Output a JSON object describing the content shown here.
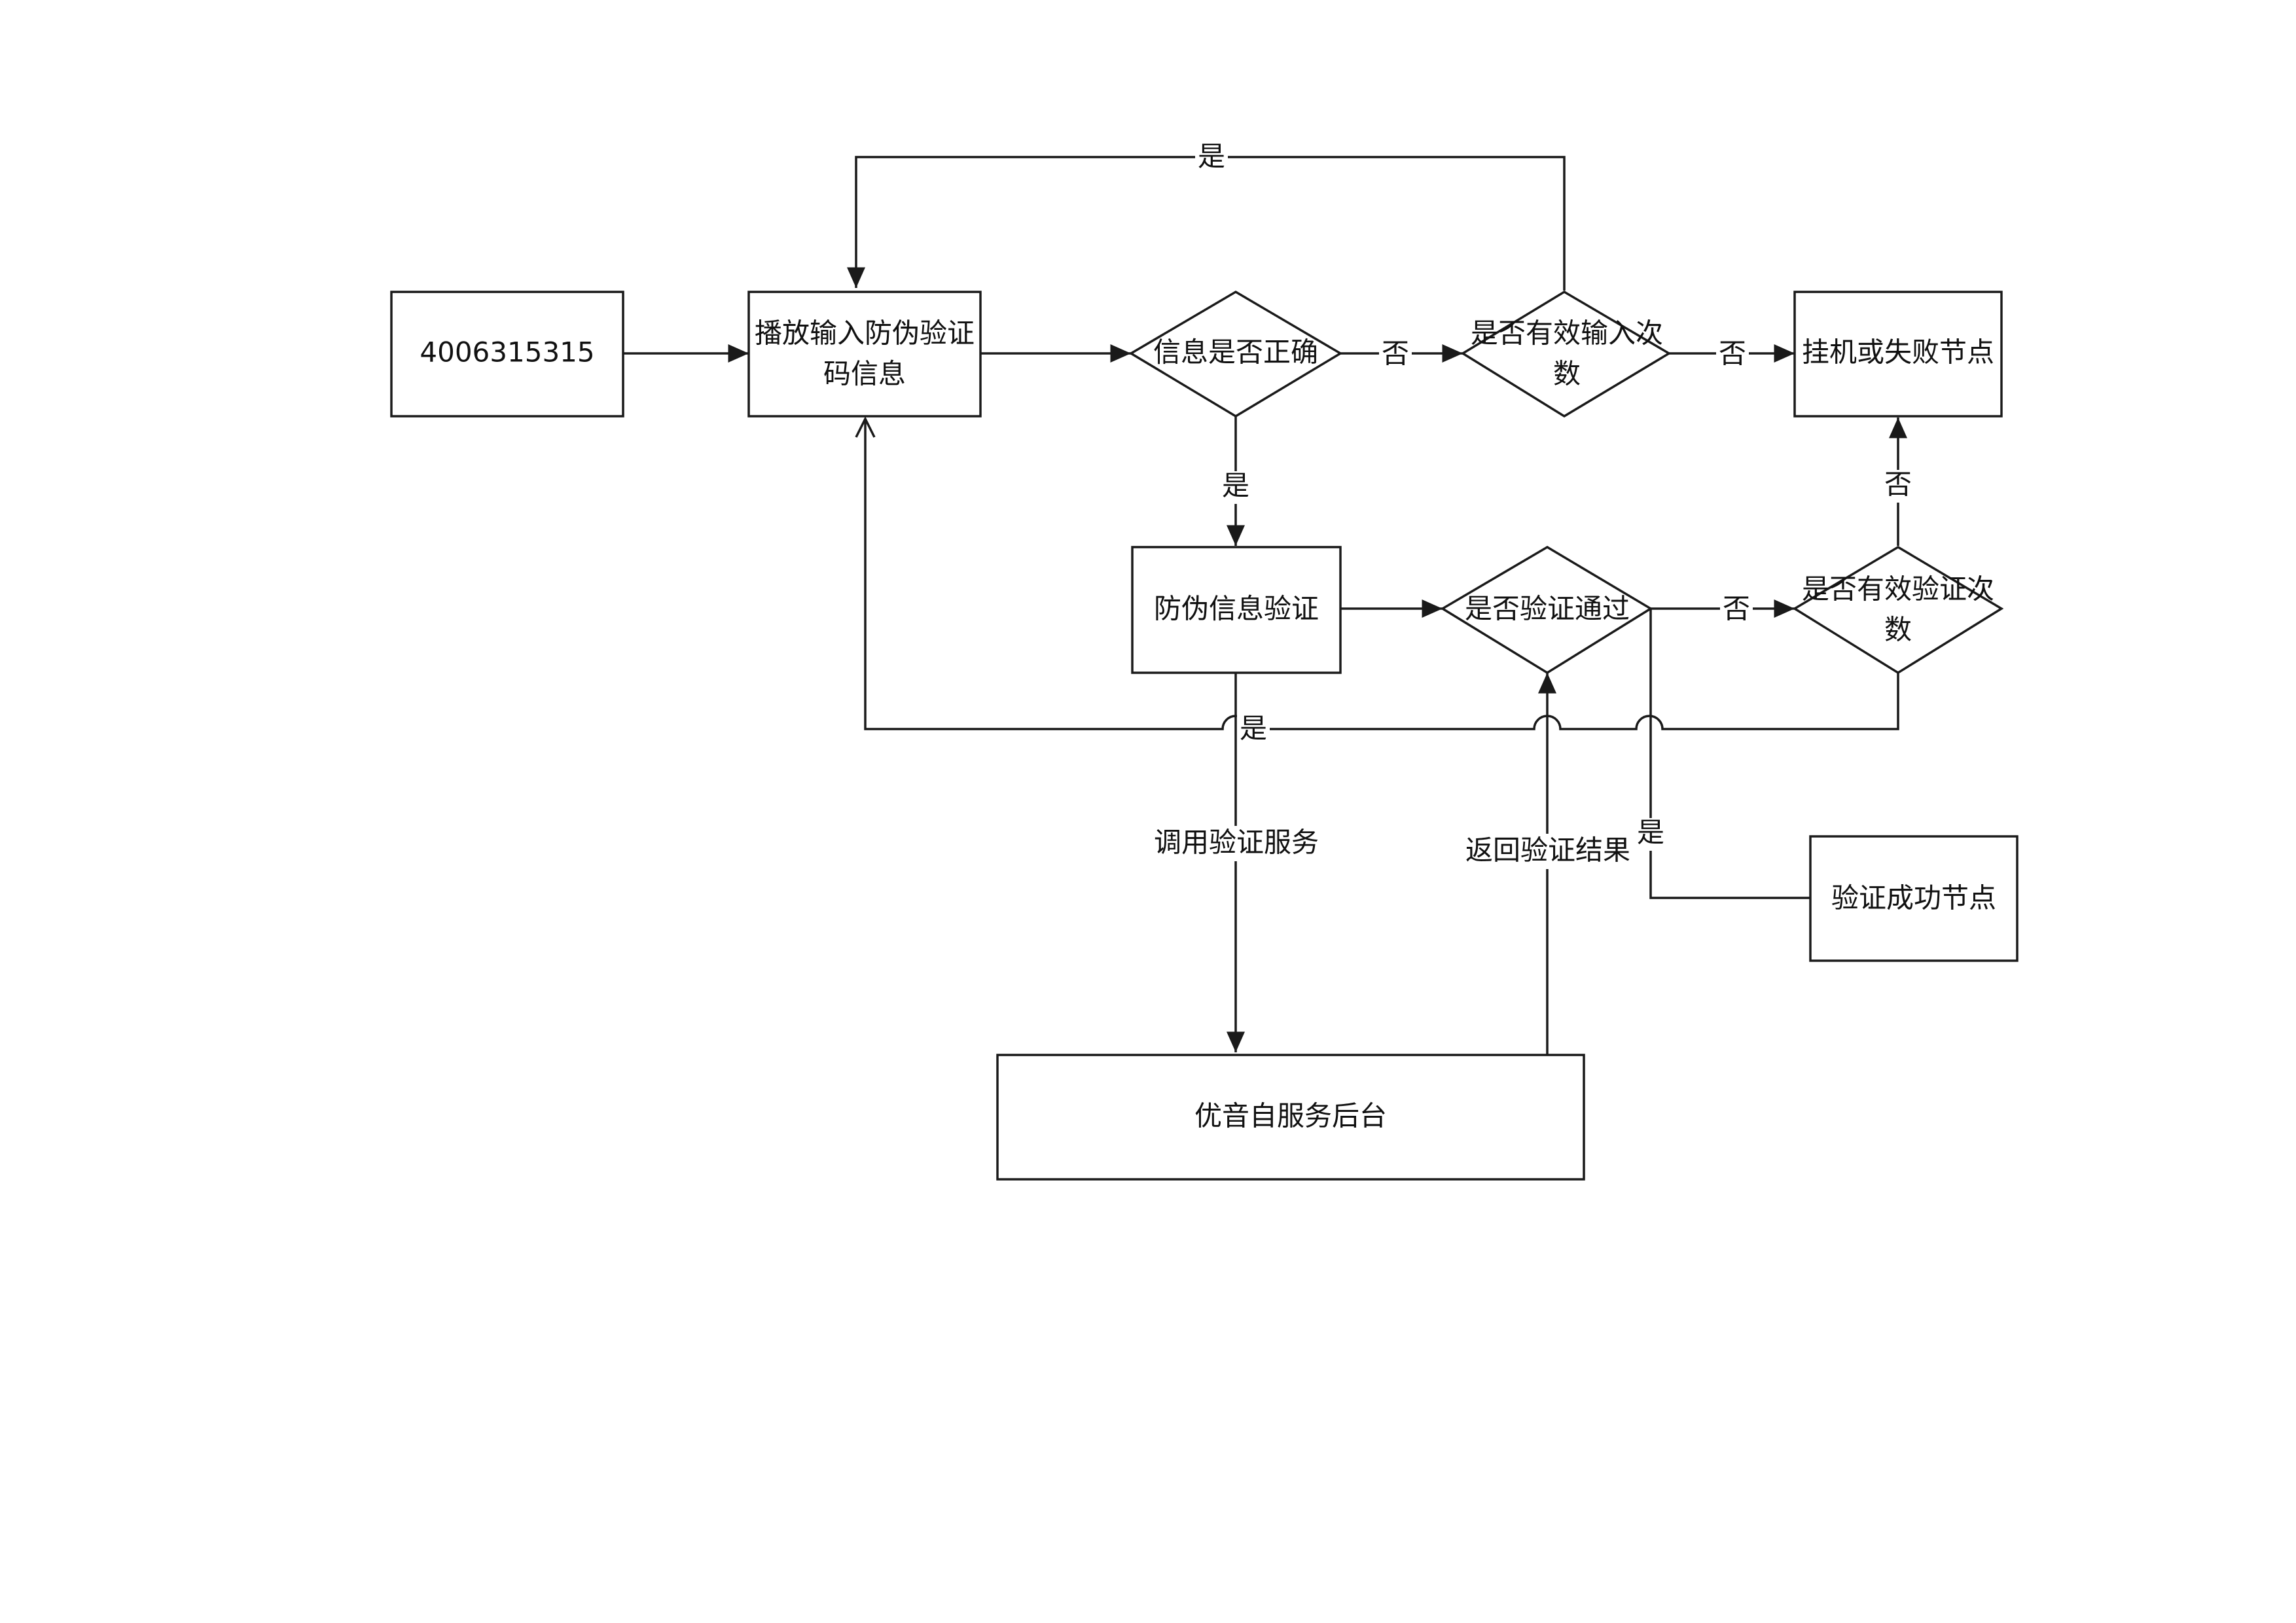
{
  "nodes": {
    "phone": {
      "label": "4006315315"
    },
    "play_prompt": {
      "lines": [
        "播放输入防伪验证",
        "码信息"
      ]
    },
    "info_correct": {
      "label": "信息是否正确"
    },
    "valid_input_times": {
      "lines": [
        "是否有效输入次",
        "数"
      ]
    },
    "hangup_fail": {
      "label": "挂机或失败节点"
    },
    "verify": {
      "label": "防伪信息验证"
    },
    "verify_passed": {
      "label": "是否验证通过"
    },
    "valid_verify_times": {
      "lines": [
        "是否有效验证次",
        "数"
      ]
    },
    "verify_success": {
      "label": "验证成功节点"
    },
    "backend": {
      "label": "优音自服务后台"
    }
  },
  "edge_labels": {
    "retry_input_yes": "是",
    "info_no": "否",
    "input_times_no": "否",
    "info_yes": "是",
    "verify_times_no": "否",
    "retry_verify_yes": "是",
    "verify_passed_no": "否",
    "call_service": "调用验证服务",
    "return_result": "返回验证结果",
    "verify_passed_yes": "是"
  },
  "colors": {
    "stroke": "#1a1a1a",
    "background": "#ffffff",
    "text": "#111111"
  }
}
